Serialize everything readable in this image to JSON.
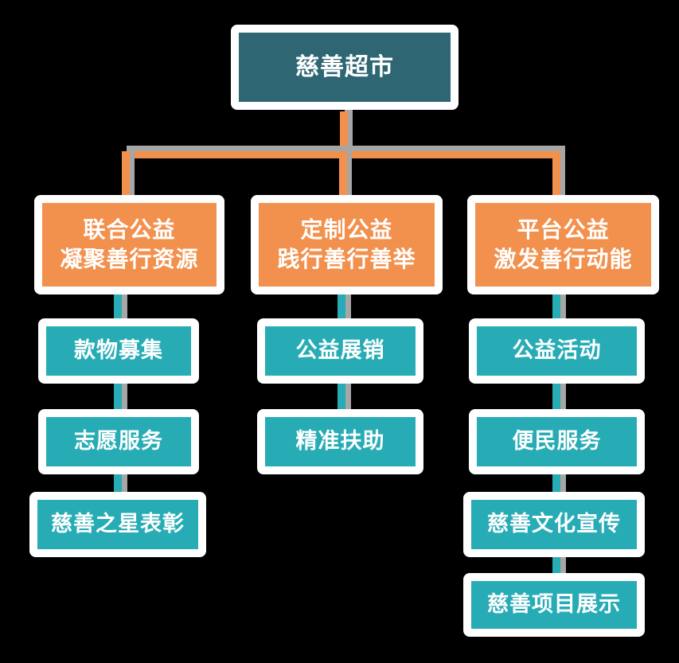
{
  "root": {
    "label": "慈善超市"
  },
  "columns": [
    {
      "parent": {
        "line1": "联合公益",
        "line2": "凝聚善行资源"
      },
      "children": [
        "款物募集",
        "志愿服务",
        "慈善之星表彰"
      ]
    },
    {
      "parent": {
        "line1": "定制公益",
        "line2": "践行善行善举"
      },
      "children": [
        "公益展销",
        "精准扶助"
      ]
    },
    {
      "parent": {
        "line1": "平台公益",
        "line2": "激发善行动能"
      },
      "children": [
        "公益活动",
        "便民服务",
        "慈善文化宣传",
        "慈善项目展示"
      ]
    }
  ],
  "colors": {
    "background": "#000000",
    "frame": "#FFFFFF",
    "root_fill": "#2E6673",
    "branch_fill": "#F2914E",
    "child_fill": "#27ACB5",
    "connector_orange": "#F2914E",
    "connector_teal": "#27ACB5",
    "connector_shadow": "#A6A6A6",
    "text": "#FFFFFF"
  }
}
